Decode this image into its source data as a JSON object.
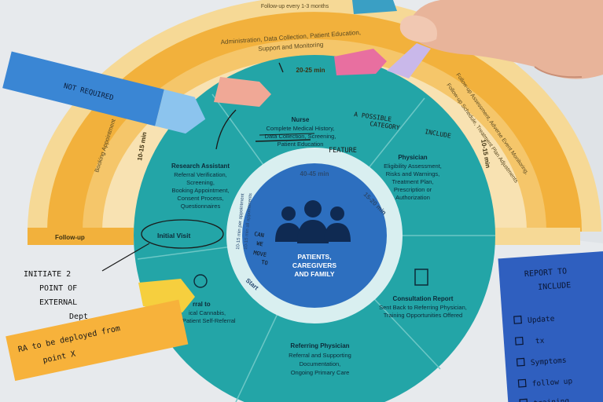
{
  "diagram": {
    "outer_ring": {
      "top_text": "Follow-up every 1-3 months",
      "line1": "Administration, Data Collection, Patient Education,",
      "line2": "Support and Monitoring",
      "left_label": "Booking Appointment",
      "right_line1": "Follow-up Assessment, Adverse Event Monitoring,",
      "right_line2": "Follow-up Schedule, Treatment Plan Adjustments"
    },
    "times": {
      "ring_top": "20-25 min",
      "left": "10-15 min",
      "right": "10-15 min",
      "inner_top": "40-45 min",
      "inner_right": "15-20 min",
      "inner_left_1": "10-15 min per appointment",
      "inner_left_2": "10-15 min all appointments"
    },
    "band": {
      "follow_up": "Follow-up",
      "initial_visit": "Initial Visit"
    },
    "center": {
      "line1": "PATIENTS,",
      "line2": "CAREGIVERS",
      "line3": "AND FAMILY",
      "start": "Start"
    },
    "segments": {
      "research": {
        "title": "Research Assistant",
        "lines": [
          "Referral Verification,",
          "Screening,",
          "Booking Appointment,",
          "Consent Process,",
          "Questionnaires"
        ]
      },
      "nurse": {
        "title": "Nurse",
        "lines": [
          "Complete Medical History,",
          "Data Collection, Screening,",
          "Patient Education"
        ]
      },
      "physician": {
        "title": "Physician",
        "lines": [
          "Eligibility Assessment,",
          "Risks and Warnings,",
          "Treatment Plan,",
          "Prescription or",
          "Authorization"
        ]
      },
      "consultation": {
        "title": "Consultation Report",
        "lines": [
          "Sent Back to Referring Physician,",
          "Training Opportunities Offered"
        ]
      },
      "referring": {
        "title": "Referring Physician",
        "lines": [
          "Referral and Supporting",
          "Documentation,",
          "Ongoing Primary Care"
        ]
      },
      "referral": {
        "title": "rral to",
        "lines": [
          "ical Cannabis,",
          "Patient Self-Referral"
        ]
      }
    }
  },
  "notes": {
    "blue_flag": "NOT REQUIRED",
    "nurse_annotation_1": "A POSSIBLE",
    "nurse_annotation_2": "CATEGORY",
    "include": "INCLUDE",
    "feature": "FEATURE",
    "center_note_1": "CAN",
    "center_note_2": "WE",
    "center_note_3": "MOVE",
    "center_note_4": "TO",
    "left_note": [
      "INITIATE 2",
      "POINT OF",
      "EXTERNAL",
      "Dept"
    ],
    "orange_note_1": "RA to be deployed from",
    "orange_note_2": "point X",
    "blue_note": {
      "title_1": "REPORT TO",
      "title_2": "INCLUDE",
      "items": [
        "Update",
        "tx",
        "Symptoms",
        "follow up",
        "training"
      ]
    }
  },
  "colors": {
    "gold": "#f2b13c",
    "teal": "#23a5a7",
    "blue": "#2d6fbf",
    "flag_blue": "#3a86d4",
    "sticky_orange": "#f7b23b",
    "sticky_blue": "#2f5fbf"
  }
}
